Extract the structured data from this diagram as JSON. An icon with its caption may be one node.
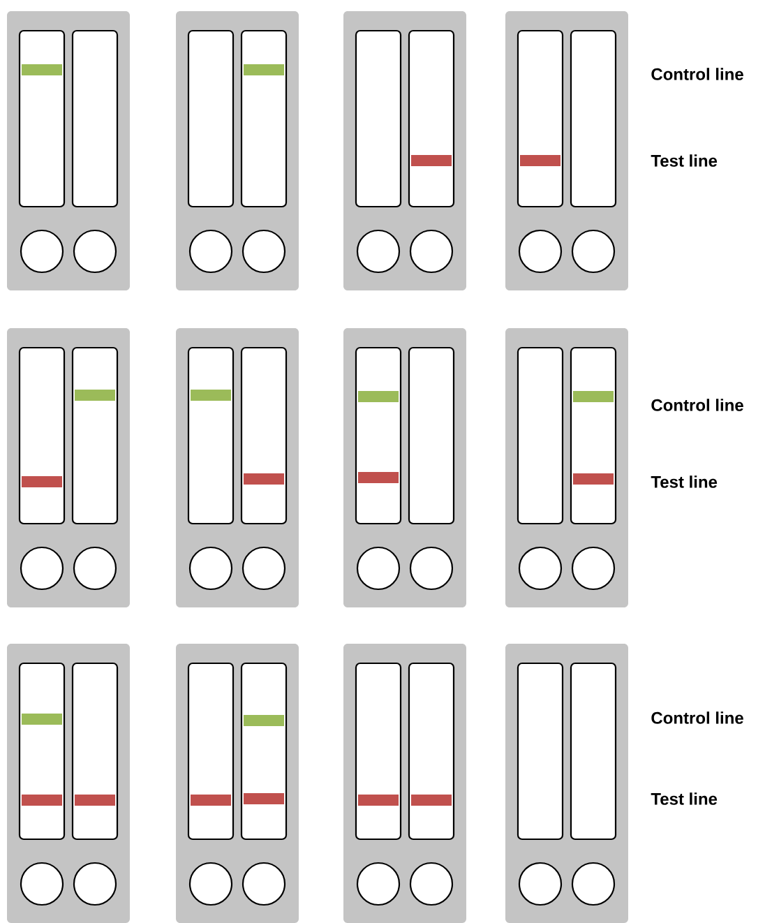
{
  "diagram": {
    "labels": [
      "Control line",
      "Test line",
      "Control line",
      "Test line",
      "Control line",
      "Test line"
    ]
  }
}
